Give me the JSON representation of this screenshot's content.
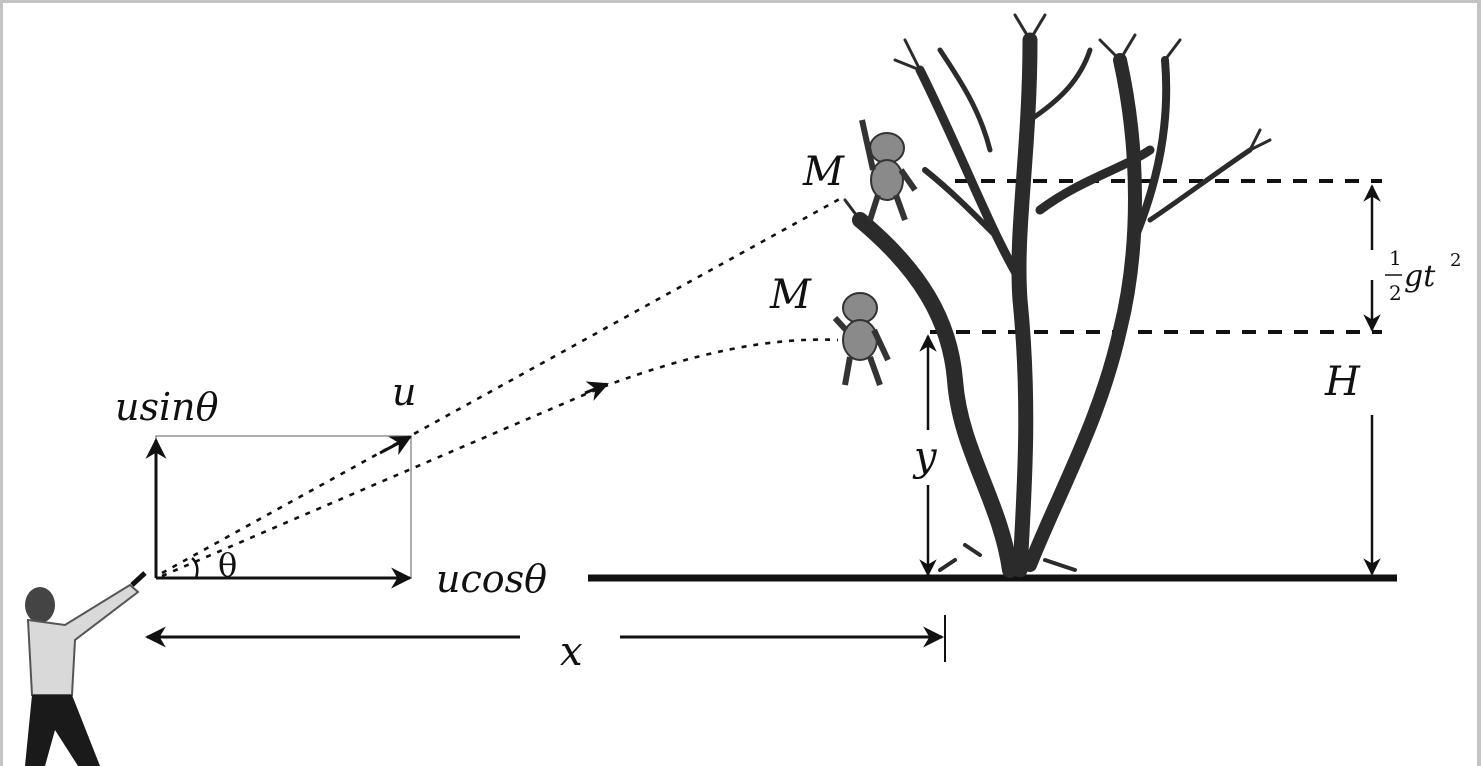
{
  "labels": {
    "vertical_component": "usinθ",
    "velocity": "u",
    "angle": "θ",
    "horizontal_component": "ucosθ",
    "horizontal_distance": "x",
    "fall_height": "y",
    "monkey_initial": "M",
    "monkey_fallen": "M",
    "tree_height": "H",
    "drop_fraction_num": "1",
    "drop_fraction_den": "2",
    "drop_expr": "gt",
    "drop_exponent": "2"
  },
  "colors": {
    "ink": "#111111",
    "frame": "#c4c4c4",
    "monkey": "#8a8a8a",
    "tree": "#2b2b2b"
  }
}
